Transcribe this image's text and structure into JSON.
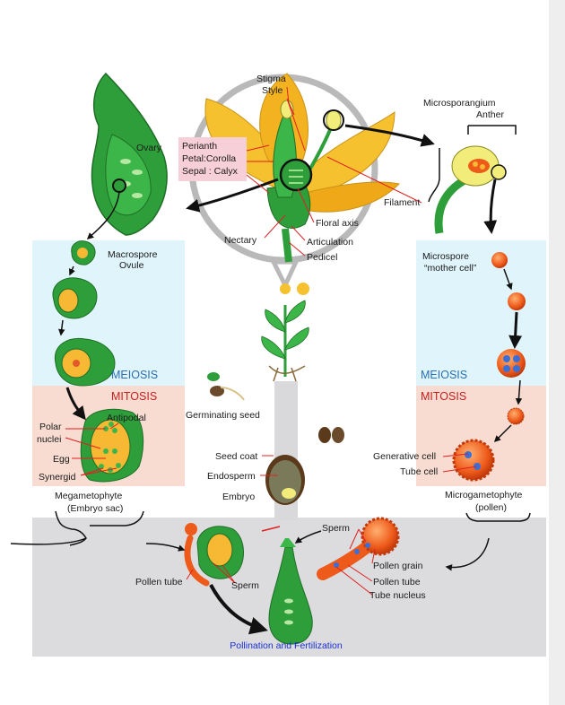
{
  "labels": {
    "stigma": "Stigma",
    "style": "Style",
    "perianth": "Perianth",
    "petal_corolla": "Petal:Corolla",
    "sepal_calyx": "Sepal : Calyx",
    "ovary": "Ovary",
    "nectary": "Nectary",
    "floral_axis": "Floral axis",
    "articulation": "Articulation",
    "pedicel": "Pedicel",
    "microsporangium": "Microsporangium",
    "anther": "Anther",
    "filament": "Filament",
    "macrospore": "Macrospore",
    "ovule": "Ovule",
    "microspore": "Microspore",
    "mother_cell": "“mother cell”",
    "germinating_seed": "Germinating seed",
    "seed_coat": "Seed coat",
    "endosperm": "Endosperm",
    "embryo": "Embryo",
    "antipodal": "Antipodal",
    "polar": "Polar",
    "nuclei": "nuclei",
    "egg": "Egg",
    "synergid": "Synergid",
    "megametophyte": "Megametophyte",
    "embryo_sac": "(Embryo sac)",
    "generative_cell": "Generative cell",
    "tube_cell": "Tube cell",
    "microgametophyte": "Microgametophyte",
    "pollen": "(pollen)",
    "sperm": "Sperm",
    "pollen_grain": "Pollen grain",
    "pollen_tube": "Pollen tube",
    "tube_nucleus": "Tube nucleus",
    "pollen_tube_left": "Pollen tube",
    "sperm_left": "Sperm"
  },
  "phases": {
    "meiosis_left": "MEIOSIS",
    "meiosis_right": "MEIOSIS",
    "mitosis_left": "MITOSIS",
    "mitosis_right": "MITOSIS",
    "pollination": "Pollination and Fertilization"
  },
  "colors": {
    "plant_green": "#2e9e3a",
    "dark_green": "#1e6e26",
    "petal_yellow": "#f6c12e",
    "pollen_orange": "#ee5a1a",
    "meiosis_bg": "#dff4fb",
    "mitosis_bg": "#f8dcd2",
    "fertilization_bg": "#dcdcdf",
    "meiosis_text": "#2a6fb0",
    "mitosis_text": "#c42020",
    "pollination_text": "#1a2fd6",
    "perianth_bg": "#f6cfd8",
    "leader": "#e02020"
  }
}
